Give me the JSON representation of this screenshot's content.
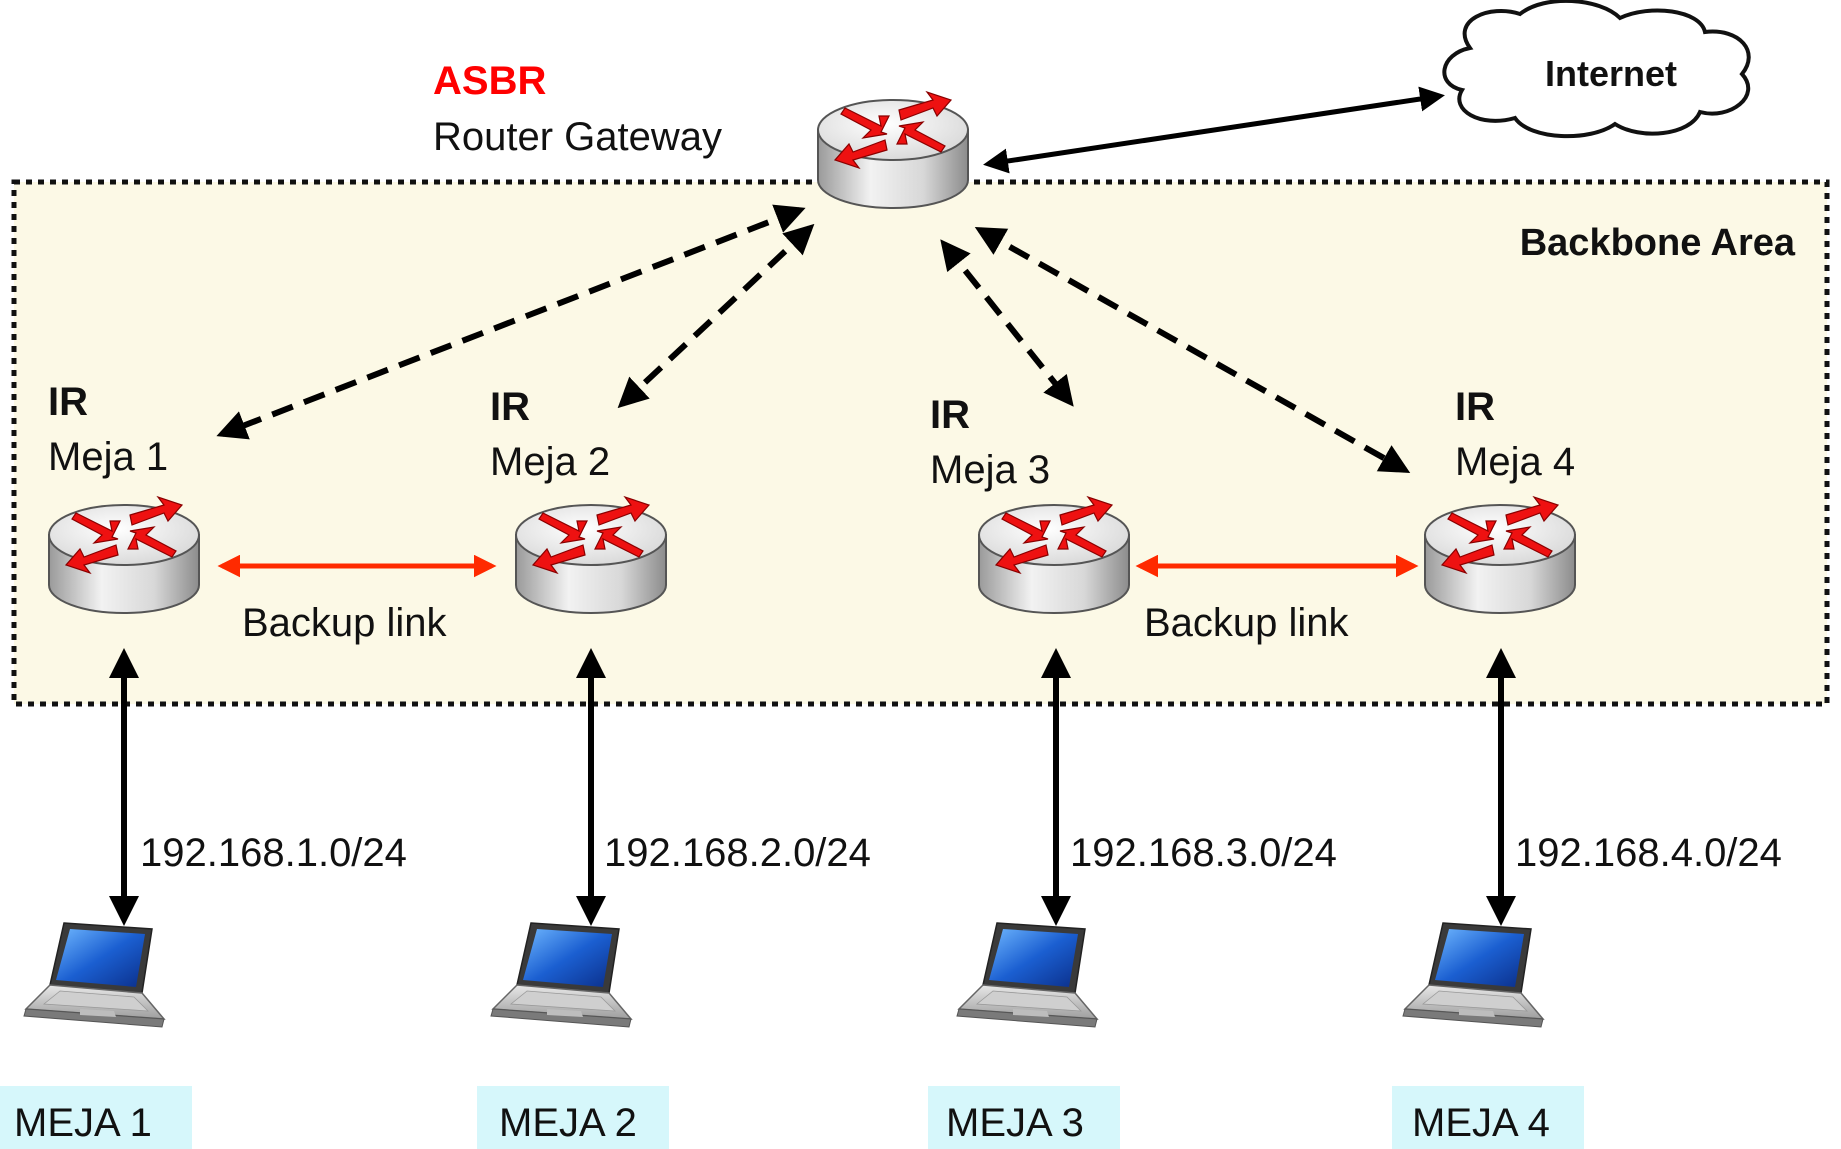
{
  "asbr": {
    "role": "ASBR",
    "name": "Router Gateway"
  },
  "internet": {
    "label": "Internet"
  },
  "area": {
    "label": "Backbone Area"
  },
  "routers": [
    {
      "role": "IR",
      "name": "Meja 1"
    },
    {
      "role": "IR",
      "name": "Meja 2"
    },
    {
      "role": "IR",
      "name": "Meja 3"
    },
    {
      "role": "IR",
      "name": "Meja 4"
    }
  ],
  "links": {
    "backup_1_2": "Backup link",
    "backup_3_4": "Backup link"
  },
  "subnets": [
    "192.168.1.0/24",
    "192.168.2.0/24",
    "192.168.3.0/24",
    "192.168.4.0/24"
  ],
  "pcs": [
    "MEJA 1",
    "MEJA 2",
    "MEJA 3",
    "MEJA 4"
  ],
  "colors": {
    "area_fill": "#fcf9e6",
    "asbr_label": "#ff0000",
    "backup_link": "#ff2a00",
    "pc_label_bg": "#d6f7fb",
    "router_arrows": "#ee1111"
  }
}
